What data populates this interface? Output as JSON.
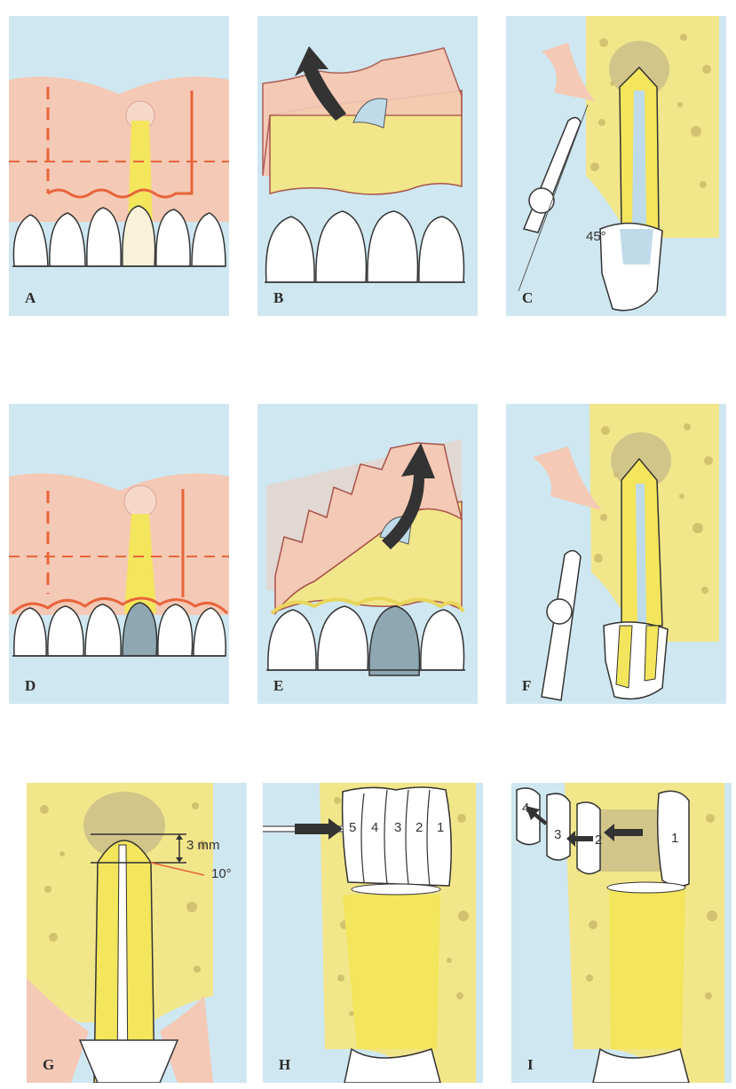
{
  "panels": [
    {
      "label": "A"
    },
    {
      "label": "B"
    },
    {
      "label": "C",
      "angle_text": "45°"
    },
    {
      "label": "D"
    },
    {
      "label": "E"
    },
    {
      "label": "F"
    },
    {
      "label": "G",
      "measure_text": "3 mm",
      "angle_text": "10°"
    },
    {
      "label": "H",
      "segment_numbers": [
        "5",
        "4",
        "3",
        "2",
        "1"
      ]
    },
    {
      "label": "I",
      "segment_numbers": [
        "4",
        "3",
        "2",
        "1"
      ]
    }
  ],
  "colors": {
    "background": "#cfe7f0",
    "gingiva": "#f4c9b5",
    "bone": "#f2e68a",
    "root": "#f3e55c",
    "incision": "#e8643a",
    "canal": "#bfdbe9",
    "dark_tooth": "#8ea7b1",
    "arrow": "#333333"
  }
}
